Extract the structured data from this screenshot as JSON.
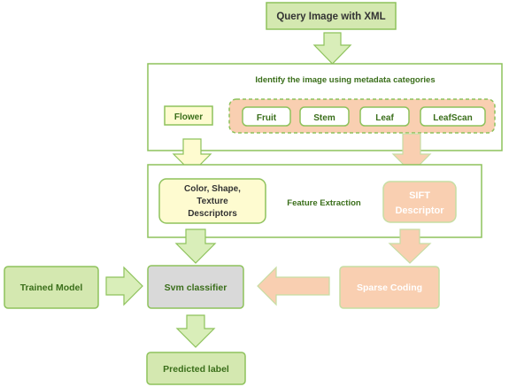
{
  "colors": {
    "green_fill": "#d4e8b0",
    "green_stroke": "#8ec25c",
    "dark_green_text": "#3a6e1a",
    "peach_fill": "#f9cfb1",
    "peach_stroke": "#c6dda3",
    "yellow_fill": "#fefbd0",
    "gray_fill": "#d9d9d9",
    "arrow_fill": "#d9eeb9",
    "arrow_peach": "#f9cfb1",
    "text_dark": "#333333"
  },
  "diagram": {
    "query": "Query Image with XML",
    "identify_title": "Identify the image using metadata categories",
    "categories": {
      "flower": "Flower",
      "fruit": "Fruit",
      "stem": "Stem",
      "leaf": "Leaf",
      "leafscan": "LeafScan"
    },
    "descriptors": {
      "line1": "Color, Shape,",
      "line2": "Texture",
      "line3": "Descriptors"
    },
    "feature_extraction": "Feature Extraction",
    "sift": {
      "line1": "SIFT",
      "line2": "Descriptor"
    },
    "trained_model": "Trained Model",
    "svm": "Svm classifier",
    "sparse_coding": "Sparse Coding",
    "predicted_label": "Predicted label"
  }
}
